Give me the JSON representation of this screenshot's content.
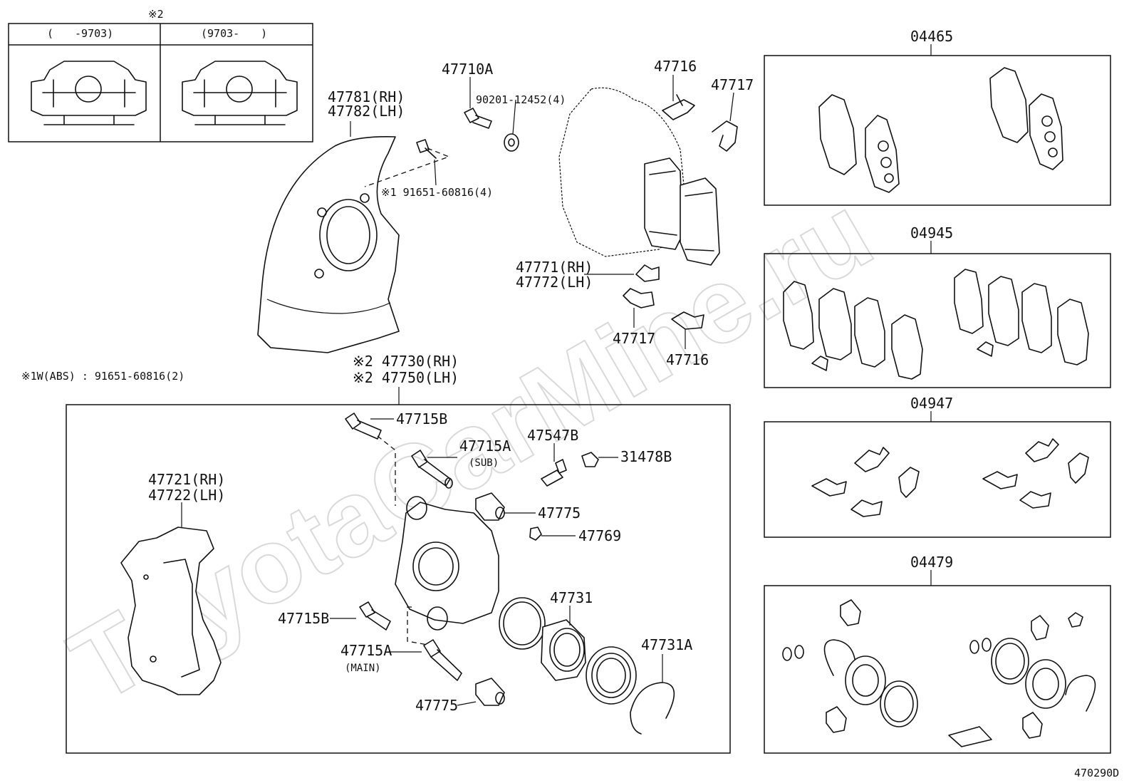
{
  "watermark": "ToyotaCarMine.ru",
  "diagram_code": "470290D",
  "note_abs": "※1W(ABS) : 91651-60816(2)",
  "inset": {
    "mark": "※2",
    "col_left": "(　　-9703)",
    "col_right": "(9703-　　)"
  },
  "labels": {
    "p47781": "47781(RH)",
    "p47782": "47782(LH)",
    "p47710a": "47710A",
    "p90201": "90201-12452(4)",
    "p91651": "※1 91651-60816(4)",
    "p47716_top": "47716",
    "p47717_top": "47717",
    "p47771": "47771(RH)",
    "p47772": "47772(LH)",
    "p47717_bot": "47717",
    "p47716_bot": "47716",
    "p47730": "※2 47730(RH)",
    "p47750": "※2 47750(LH)",
    "p47715b_top": "47715B",
    "p47715a_sub": "47715A",
    "sub": "(SUB)",
    "p47547b": "47547B",
    "p31478b": "31478B",
    "p47775_top": "47775",
    "p47769": "47769",
    "p47721": "47721(RH)",
    "p47722": "47722(LH)",
    "p47731": "47731",
    "p47715b_bot": "47715B",
    "p47715a_main": "47715A",
    "main": "(MAIN)",
    "p47731a": "47731A",
    "p47775_bot": "47775"
  },
  "kits": {
    "k04465": "04465",
    "k04945": "04945",
    "k04947": "04947",
    "k04479": "04479"
  }
}
